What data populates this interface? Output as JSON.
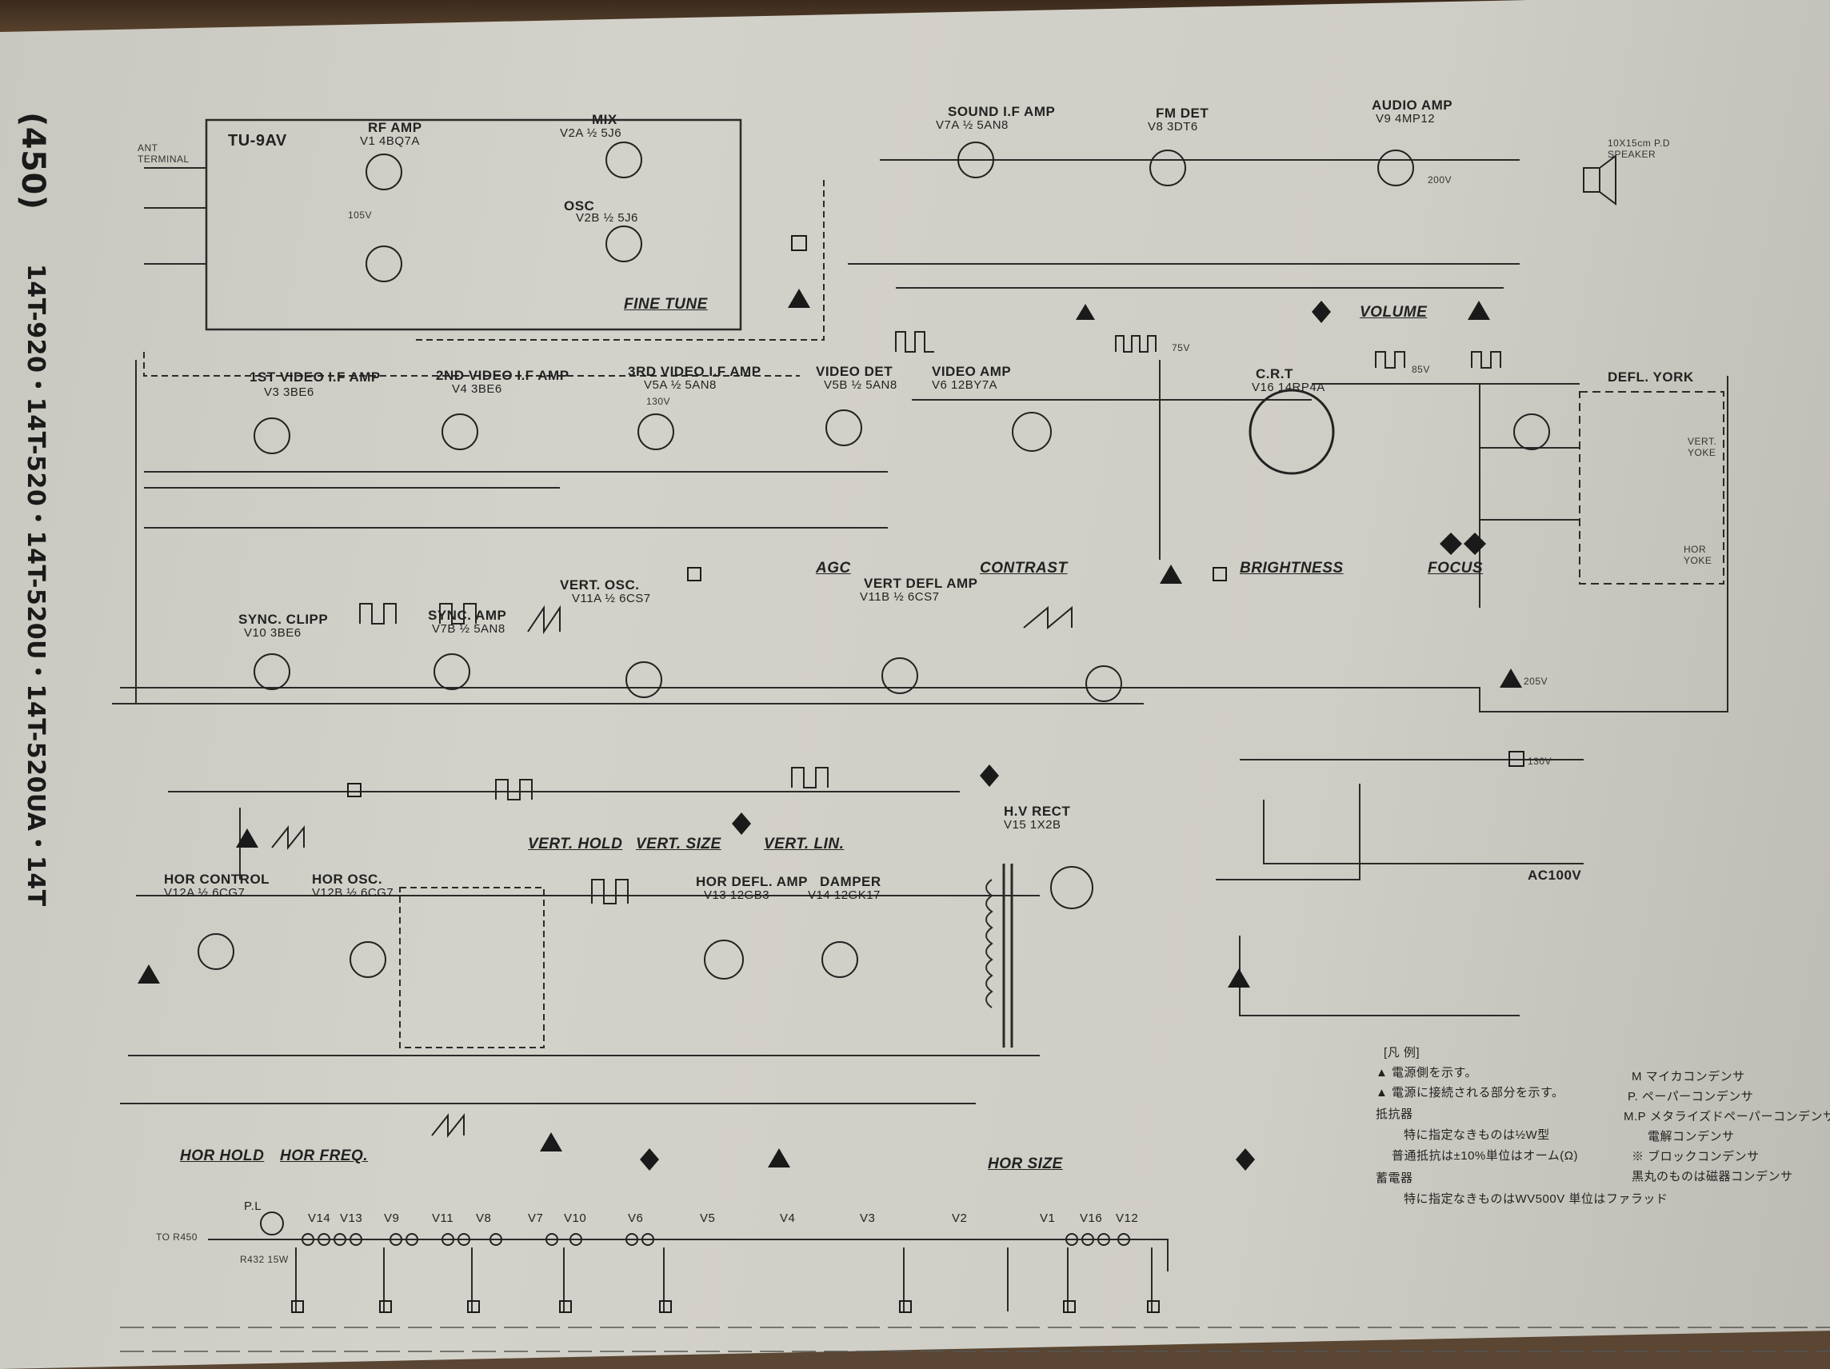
{
  "page_number": "(450)",
  "models": "14T-920・14T-520・14T-520U・14T-520UA・14T",
  "tuner": "TU-9AV",
  "ant": "ANT TERMINAL",
  "stages": {
    "rf_amp": "RF AMP",
    "rf_tube": "V1 4BQ7A",
    "mix": "MIX",
    "mix_tube": "V2A ½ 5J6",
    "osc": "OSC",
    "osc_tube": "V2B ½ 5J6",
    "fine_tune": "FINE TUNE",
    "if1": "1ST VIDEO I.F AMP",
    "if1_tube": "V3 3BE6",
    "if2": "2ND VIDEO I.F AMP",
    "if2_tube": "V4 3BE6",
    "if3": "3RD VIDEO I.F AMP",
    "if3_tube": "V5A ½ 5AN8",
    "vdet": "VIDEO DET",
    "vdet_tube": "V5B ½ 5AN8",
    "vamp": "VIDEO AMP",
    "vamp_tube": "V6 12BY7A",
    "sound_if": "SOUND I.F AMP",
    "sound_if_tube": "V7A ½ 5AN8",
    "fm_det": "FM DET",
    "fm_det_tube": "V8 3DT6",
    "audio": "AUDIO AMP",
    "audio_tube": "V9 4MP12",
    "speaker": "10X15cm P.D SPEAKER",
    "crt": "C.R.T",
    "crt_tube": "V16 14RP4A",
    "defl_york": "DEFL. YORK",
    "vert_yoke": "VERT. YOKE",
    "hor_yoke": "HOR YOKE",
    "sync_clip": "SYNC. CLIPP",
    "sync_clip_tube": "V10 3BE6",
    "sync_amp": "SYNC. AMP",
    "sync_amp_tube": "V7B ½ 5AN8",
    "vert_osc": "VERT. OSC.",
    "vert_osc_tube": "V11A ½ 6CS7",
    "agc": "AGC",
    "vert_defl": "VERT DEFL AMP",
    "vert_defl_tube": "V11B ½ 6CS7",
    "hor_ctrl": "HOR CONTROL",
    "hor_ctrl_tube": "V12A ½ 6CG7",
    "hor_osc": "HOR OSC.",
    "hor_osc_tube": "V12B ½ 6CG7",
    "hor_defl": "HOR DEFL. AMP",
    "hor_defl_tube": "V13 12GB3",
    "damper": "DAMPER",
    "damper_tube": "V14 12GK17",
    "hv_rect": "H.V RECT",
    "hv_rect_tube": "V15 1X2B",
    "power": "AC100V"
  },
  "controls": {
    "volume": "VOLUME",
    "contrast": "CONTRAST",
    "brightness": "BRIGHTNESS",
    "focus": "FOCUS",
    "vert_hold": "VERT. HOLD",
    "vert_size": "VERT. SIZE",
    "vert_lin": "VERT. LIN.",
    "hor_hold": "HOR HOLD",
    "hor_freq": "HOR FREQ.",
    "hor_size": "HOR SIZE"
  },
  "heater_chain": {
    "to_r": "TO R450",
    "pl": "P.L",
    "r432": "R432 15W",
    "tubes": [
      "V14",
      "V13",
      "V9",
      "V11",
      "V8",
      "V7",
      "V10",
      "V6",
      "V5",
      "V4",
      "V3",
      "V2",
      "V1",
      "V16",
      "V12"
    ]
  },
  "legend": {
    "title": "[凡 例]",
    "line1": "▲ 電源側を示す。",
    "line2": "▲ 電源に接続される部分を示す。",
    "line3": "抵抗器",
    "line4": "特に指定なきものは½W型",
    "line5": "普通抵抗は±10%単位はオーム(Ω)",
    "line6": "蓄電器",
    "line7": "特に指定なきものはWV500V 単位はファラッド",
    "key_m": "M  マイカコンデンサ",
    "key_p": "P.  ペーパーコンデンサ",
    "key_mp": "M.P  メタライズドペーパーコンデンサ",
    "key_e": "電解コンデンサ",
    "key_b": "※  ブロックコンデンサ",
    "key_c": "黒丸のものは磁器コンデンサ"
  },
  "voltages": {
    "v105": "105V",
    "v130": "130V",
    "v200": "200V",
    "v85": "85V",
    "v75": "75V",
    "v205": "205V",
    "v130b": "130V"
  }
}
